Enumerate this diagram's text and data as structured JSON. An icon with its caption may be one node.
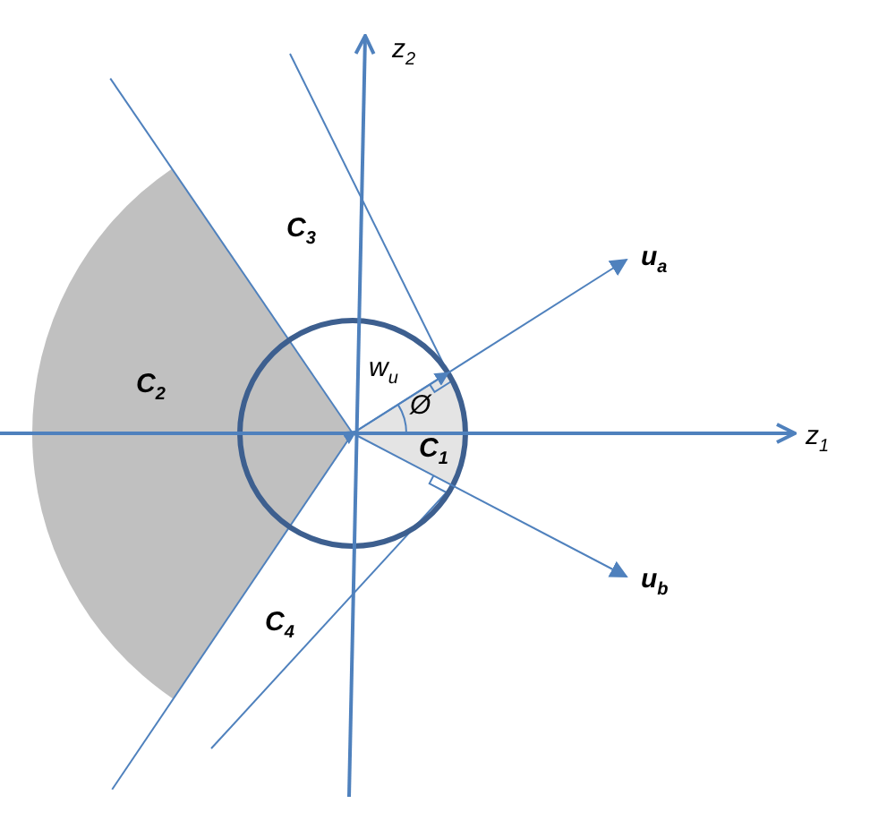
{
  "diagram": {
    "labels": [
      "z$_{2}$",
      "C$_{3}$",
      "u$_{a}$",
      "C$_{2}$",
      "w$_{u}$",
      "z$_{1}$",
      "Ø",
      "C$_{1}$",
      "u$_{b}$",
      "C$_{4}$"
    ]
  }
}
